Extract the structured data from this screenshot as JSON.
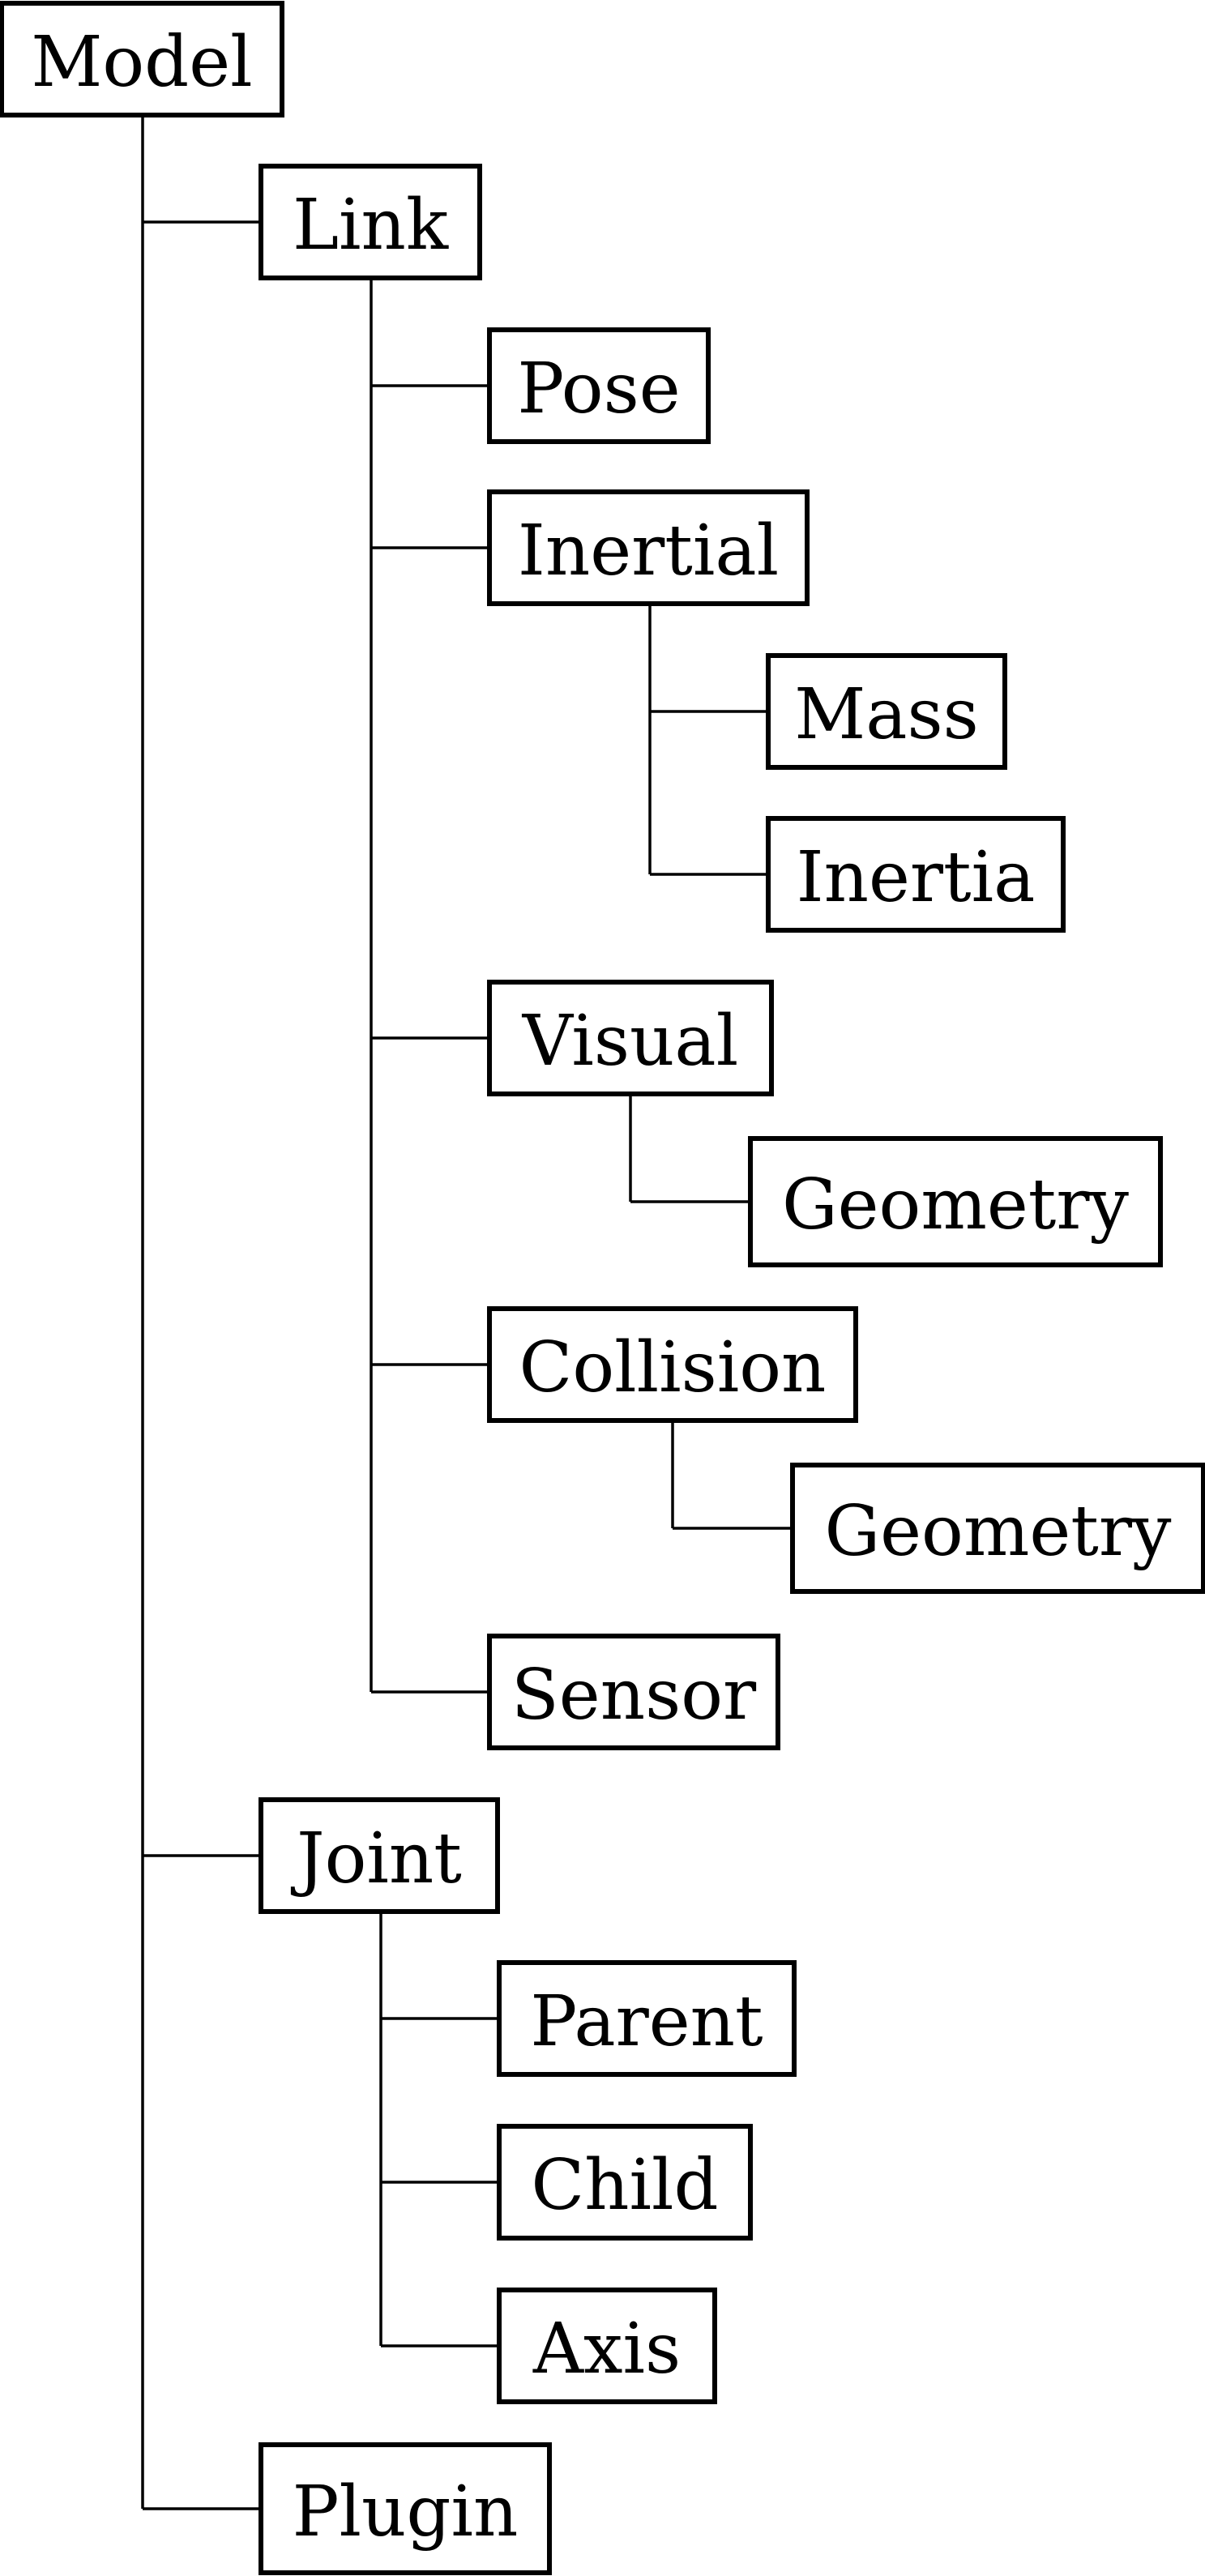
{
  "diagram": {
    "type": "tree",
    "root": {
      "label": "Model",
      "children": [
        {
          "label": "Link",
          "children": [
            {
              "label": "Pose",
              "children": []
            },
            {
              "label": "Inertial",
              "children": [
                {
                  "label": "Mass",
                  "children": []
                },
                {
                  "label": "Inertia",
                  "children": []
                }
              ]
            },
            {
              "label": "Visual",
              "children": [
                {
                  "label": "Geometry",
                  "children": []
                }
              ]
            },
            {
              "label": "Collision",
              "children": [
                {
                  "label": "Geometry",
                  "children": []
                }
              ]
            },
            {
              "label": "Sensor",
              "children": []
            }
          ]
        },
        {
          "label": "Joint",
          "children": [
            {
              "label": "Parent",
              "children": []
            },
            {
              "label": "Child",
              "children": []
            },
            {
              "label": "Axis",
              "children": []
            }
          ]
        },
        {
          "label": "Plugin",
          "children": []
        }
      ]
    }
  }
}
